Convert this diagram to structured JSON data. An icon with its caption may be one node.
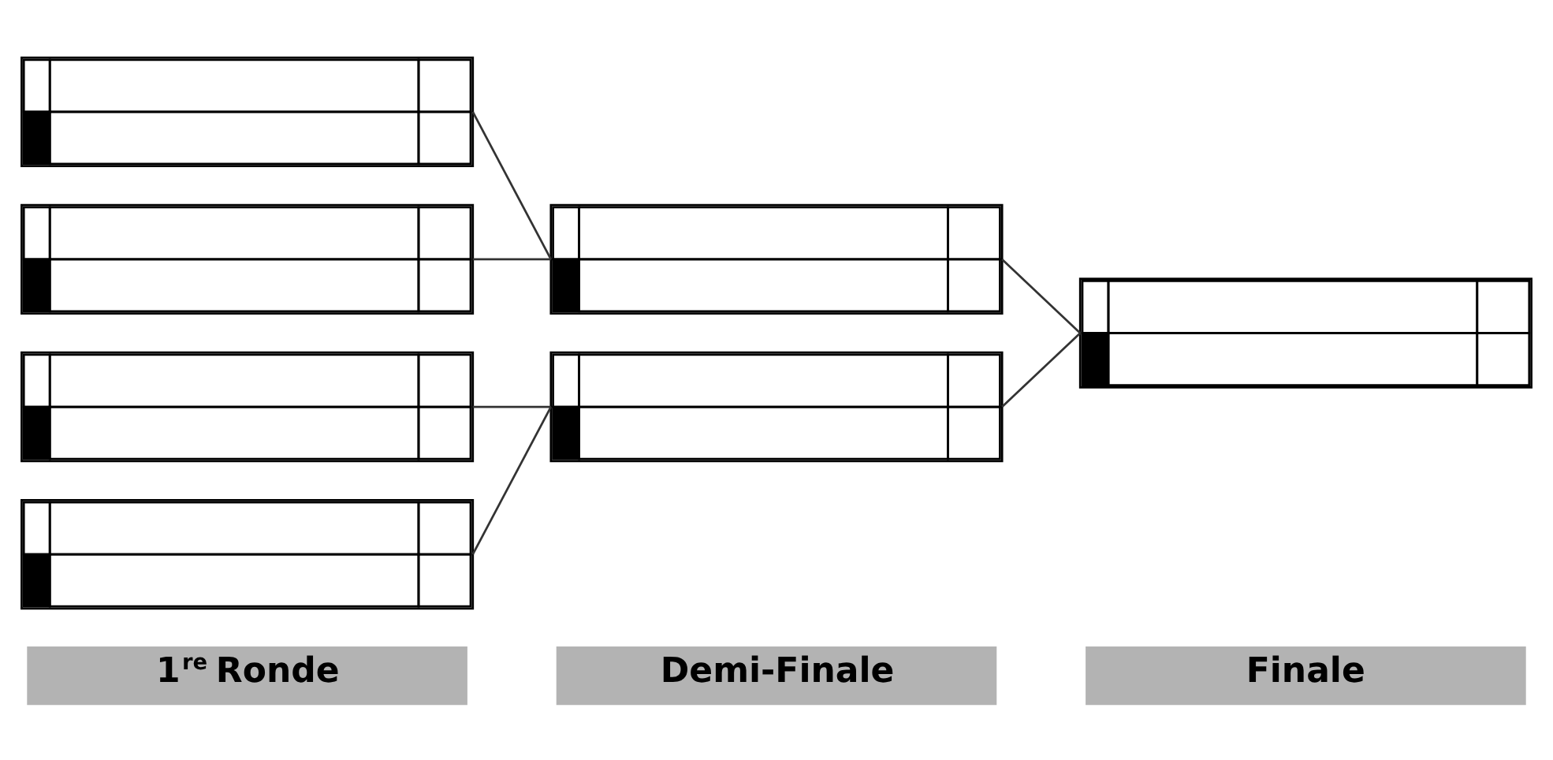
{
  "diagram": {
    "nodes": [
      {
        "text": [
          "1$^{re}$ Ronde"
        ]
      },
      {
        "text": [
          "Demi-Finale"
        ]
      },
      {
        "text": [
          "Finale"
        ]
      },
      {
        "text": [],
        "shape": "box"
      },
      {
        "text": [],
        "shape": "box"
      },
      {
        "text": [],
        "shape": "box"
      },
      {
        "text": [],
        "shape": "box"
      },
      {
        "text": [],
        "shape": "box"
      },
      {
        "text": [],
        "shape": "box"
      },
      {
        "text": [],
        "shape": "box"
      }
    ],
    "edges": [
      {
        "from": 3,
        "to": 7,
        "arrow": "none"
      },
      {
        "from": 4,
        "to": 7,
        "arrow": "none"
      },
      {
        "from": 5,
        "to": 8,
        "arrow": "none"
      },
      {
        "from": 6,
        "to": 8,
        "arrow": "none"
      },
      {
        "from": 7,
        "to": 9,
        "arrow": "none"
      },
      {
        "from": 8,
        "to": 9,
        "arrow": "none"
      }
    ]
  }
}
